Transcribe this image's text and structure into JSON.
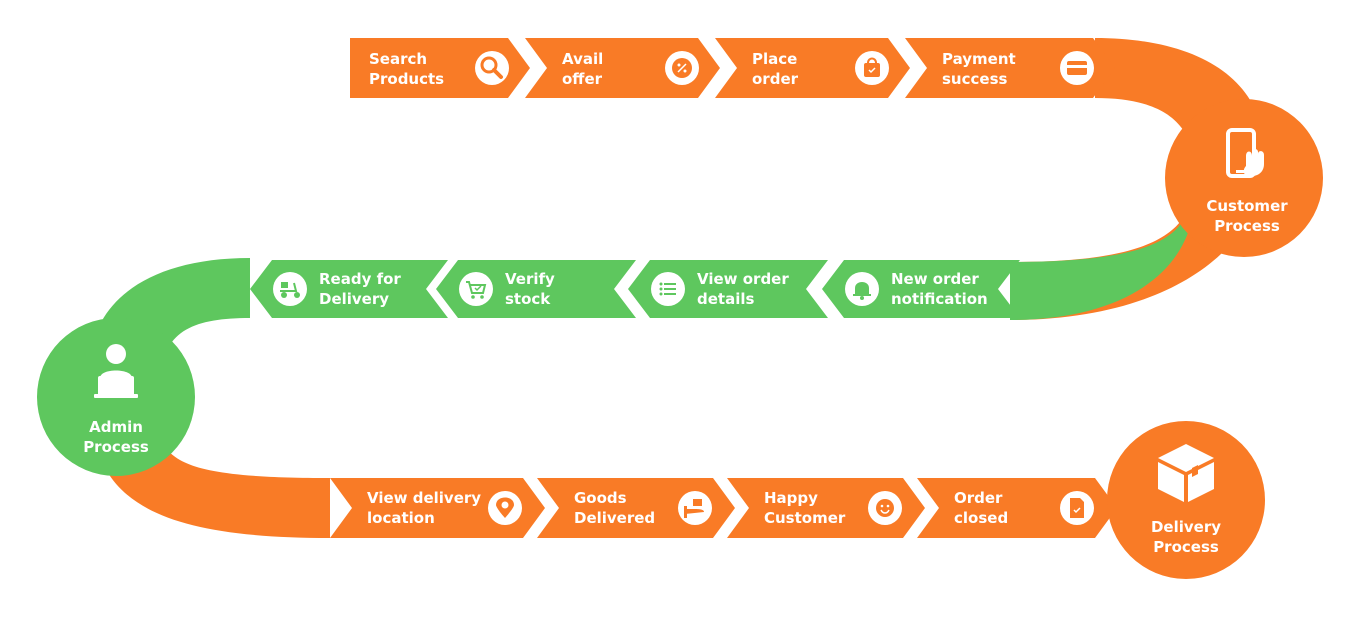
{
  "colors": {
    "orange": "#f97b26",
    "green": "#5ec75e",
    "white": "#ffffff"
  },
  "hubs": {
    "customer": {
      "line1": "Customer",
      "line2": "Process",
      "icon": "phone-tap-icon"
    },
    "admin": {
      "line1": "Admin",
      "line2": "Process",
      "icon": "admin-laptop-icon"
    },
    "delivery": {
      "line1": "Delivery",
      "line2": "Process",
      "icon": "package-box-icon"
    }
  },
  "customer_steps": [
    {
      "line1": "Search",
      "line2": "Products",
      "icon": "search-icon"
    },
    {
      "line1": "Avail",
      "line2": "offer",
      "icon": "discount-badge-icon"
    },
    {
      "line1": "Place",
      "line2": "order",
      "icon": "shopping-bag-icon"
    },
    {
      "line1": "Payment",
      "line2": "success",
      "icon": "credit-card-icon"
    }
  ],
  "admin_steps": [
    {
      "line1": "New order",
      "line2": "notification",
      "icon": "bell-icon"
    },
    {
      "line1": "View order",
      "line2": "details",
      "icon": "list-icon"
    },
    {
      "line1": "Verify",
      "line2": "stock",
      "icon": "cart-check-icon"
    },
    {
      "line1": "Ready for",
      "line2": "Delivery",
      "icon": "scooter-icon"
    }
  ],
  "delivery_steps": [
    {
      "line1": "View delivery",
      "line2": "location",
      "icon": "location-pin-icon"
    },
    {
      "line1": "Goods",
      "line2": "Delivered",
      "icon": "hand-package-icon"
    },
    {
      "line1": "Happy",
      "line2": "Customer",
      "icon": "smiley-icon"
    },
    {
      "line1": "Order",
      "line2": "closed",
      "icon": "document-check-icon"
    }
  ]
}
